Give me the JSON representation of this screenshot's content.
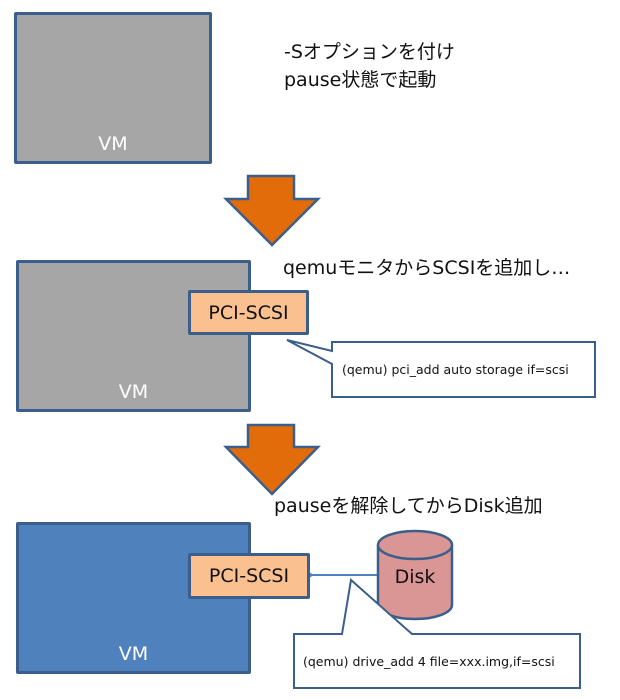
{
  "colors": {
    "border": "#3b5f8a",
    "vm_paused": "#a6a6a6",
    "vm_running": "#4f81bd",
    "pci_fill": "#fac090",
    "arrow_fill": "#e36c0a",
    "disk_fill": "#d99694",
    "connector": "#4f81bd"
  },
  "steps": [
    {
      "caption_lines": [
        "-Sオプションを付け",
        "pause状態で起動"
      ],
      "vm_label": "VM",
      "vm_state": "paused"
    },
    {
      "caption": "qemuモニタからSCSIを追加し…",
      "vm_label": "VM",
      "vm_state": "paused",
      "device_label": "PCI-SCSI",
      "command": "(qemu) pci_add auto storage if=scsi"
    },
    {
      "caption": "pauseを解除してからDisk追加",
      "vm_label": "VM",
      "vm_state": "running",
      "device_label": "PCI-SCSI",
      "disk_label": "Disk",
      "command": "(qemu) drive_add 4 file=xxx.img,if=scsi"
    }
  ],
  "arrows": [
    {
      "icon": "down-arrow-icon"
    },
    {
      "icon": "down-arrow-icon"
    }
  ]
}
